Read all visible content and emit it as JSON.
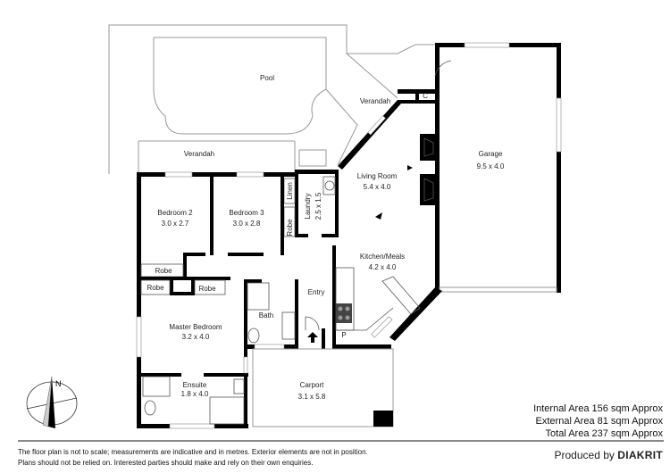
{
  "rooms": {
    "pool": {
      "name": "Pool"
    },
    "verandah_left": {
      "name": "Verandah"
    },
    "verandah_right": {
      "name": "Verandah"
    },
    "closet": {
      "name": "C"
    },
    "living": {
      "name": "Living Room",
      "size": "5.4 x 4.0"
    },
    "garage": {
      "name": "Garage",
      "size": "9.5 x 4.0"
    },
    "bedroom2": {
      "name": "Bedroom 2",
      "size": "3.0 x 2.7"
    },
    "bedroom3": {
      "name": "Bedroom 3",
      "size": "3.0 x 2.8"
    },
    "linen": {
      "name": "Linen"
    },
    "laundry": {
      "name": "Laundry",
      "size": "2.5 x 1.5"
    },
    "robe_hall": {
      "name": "Robe"
    },
    "kitchen": {
      "name": "Kitchen/Meals",
      "size": "4.2 x 4.0"
    },
    "robe_b2": {
      "name": "Robe"
    },
    "robe_m1": {
      "name": "Robe"
    },
    "robe_m2": {
      "name": "Robe"
    },
    "entry": {
      "name": "Entry"
    },
    "bath": {
      "name": "Bath"
    },
    "master": {
      "name": "Master Bedroom",
      "size": "3.2 x 4.0"
    },
    "pantry": {
      "name": "P"
    },
    "ensuite": {
      "name": "Ensuite",
      "size": "1.8 x 4.0"
    },
    "carport": {
      "name": "Carport",
      "size": "3.1 x 5.8"
    }
  },
  "compass": {
    "label": "N"
  },
  "areas": {
    "internal": "Internal Area 156 sqm Approx",
    "external": "External Area 81 sqm Approx",
    "total": "Total Area 237 sqm Approx"
  },
  "footer": {
    "disclaimer_line1": "The floor plan is not to scale; measurements are indicative and in metres. Exterior elements are not in position.",
    "disclaimer_line2": "Plans should not be relied on. Interested parties should make and rely on their own enquiries.",
    "produced_by": "Produced by",
    "brand": "DIAKRIT"
  }
}
